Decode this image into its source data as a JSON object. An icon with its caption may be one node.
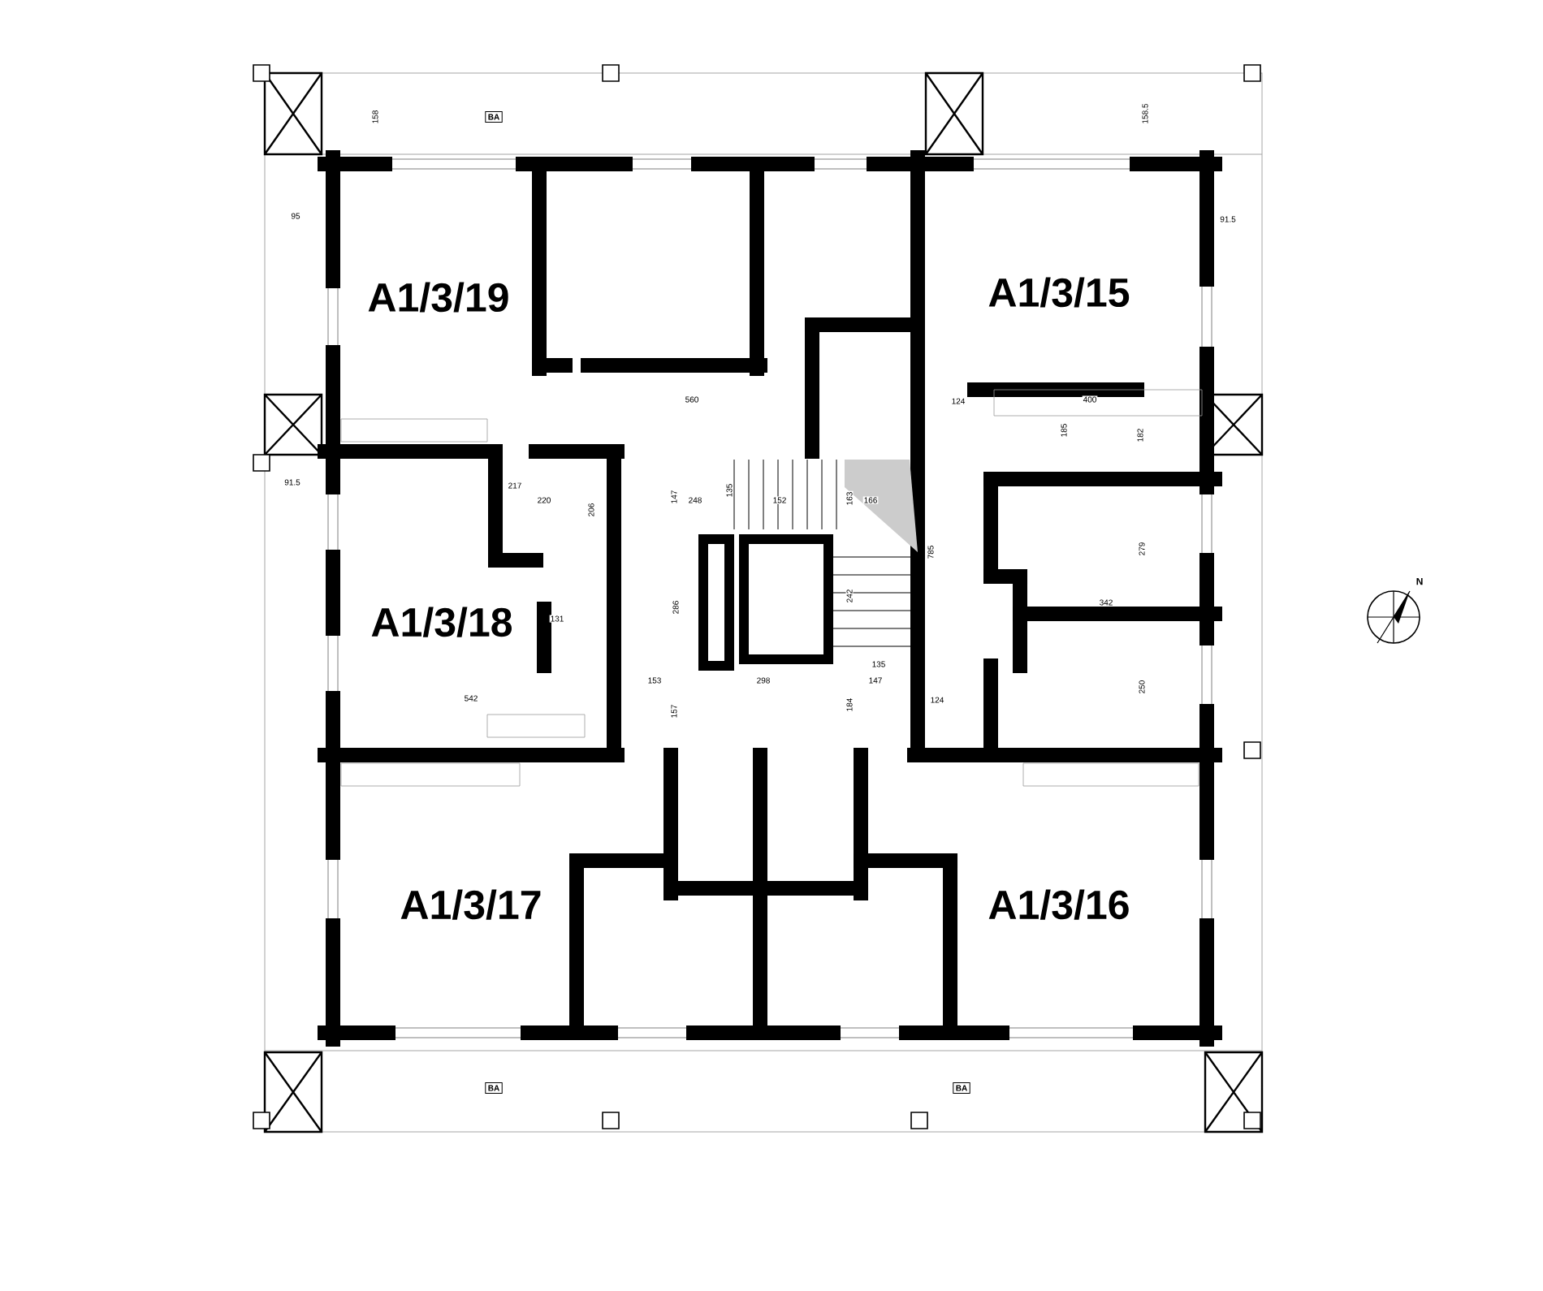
{
  "diagram": {
    "labels": [
      "A1/3/19",
      "A1/3/15",
      "A1/3/18",
      "A1/3/17",
      "A1/3/16",
      "N",
      "158",
      "158.5",
      "95",
      "91.5",
      "91.5",
      "560",
      "124",
      "400",
      "185",
      "182",
      "217",
      "220",
      "206",
      "131",
      "542",
      "147",
      "248",
      "135",
      "152",
      "163",
      "166",
      "785",
      "286",
      "242",
      "153",
      "298",
      "147",
      "135",
      "157",
      "184",
      "124",
      "279",
      "342",
      "250",
      "BA",
      "BA",
      "BA"
    ]
  }
}
